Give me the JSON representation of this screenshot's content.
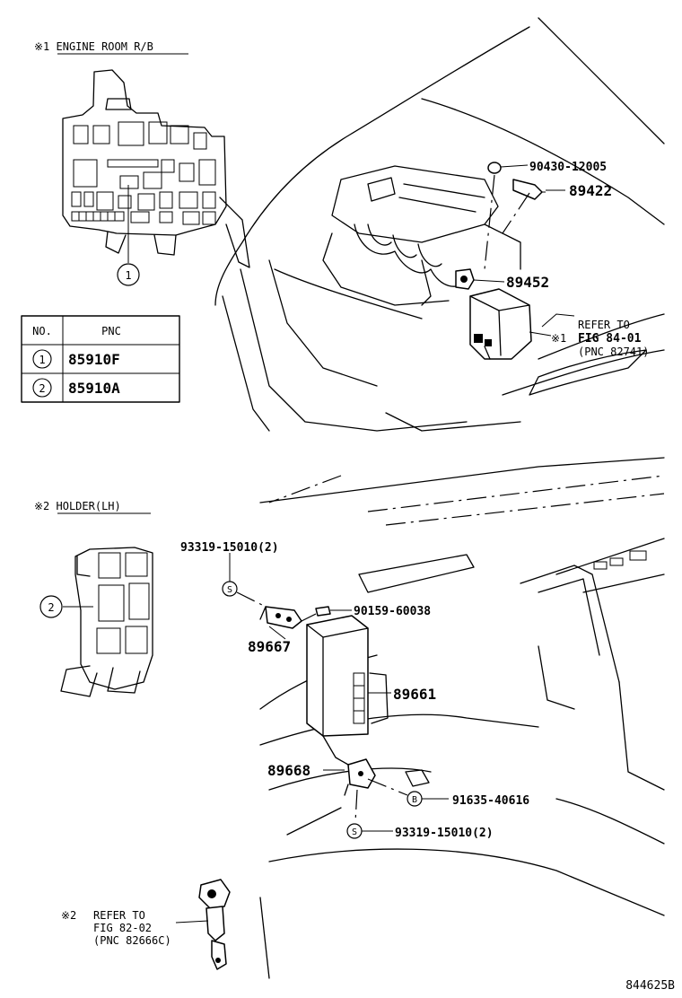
{
  "section1": {
    "title": "※1 ENGINE ROOM R/B",
    "callout": "1"
  },
  "pnc_table": {
    "headers": [
      "NO.",
      "PNC"
    ],
    "rows": [
      {
        "no": "1",
        "pnc": "85910F"
      },
      {
        "no": "2",
        "pnc": "85910A"
      }
    ]
  },
  "section2": {
    "title": "※2 HOLDER(LH)",
    "callout": "2"
  },
  "parts": {
    "p90430": "90430-12005",
    "p89422": "89422",
    "p89452": "89452",
    "p93319_top": "93319-15010(2)",
    "p90159": "90159-60038",
    "p89667": "89667",
    "p89661": "89661",
    "p89668": "89668",
    "p91635": "91635-40616",
    "p93319_bottom": "93319-15010(2)"
  },
  "refer1": {
    "line1": "REFER TO",
    "marker": "※1",
    "line2": "FIG 84-01",
    "line3": "(PNC 82741)"
  },
  "refer2": {
    "marker": "※2",
    "line1": "REFER TO",
    "line2": "FIG 82-02",
    "line3": "(PNC 82666C)"
  },
  "fastener_marks": {
    "s_top": "S",
    "s_bottom": "S",
    "b": "B"
  },
  "figure_id": "844625B"
}
